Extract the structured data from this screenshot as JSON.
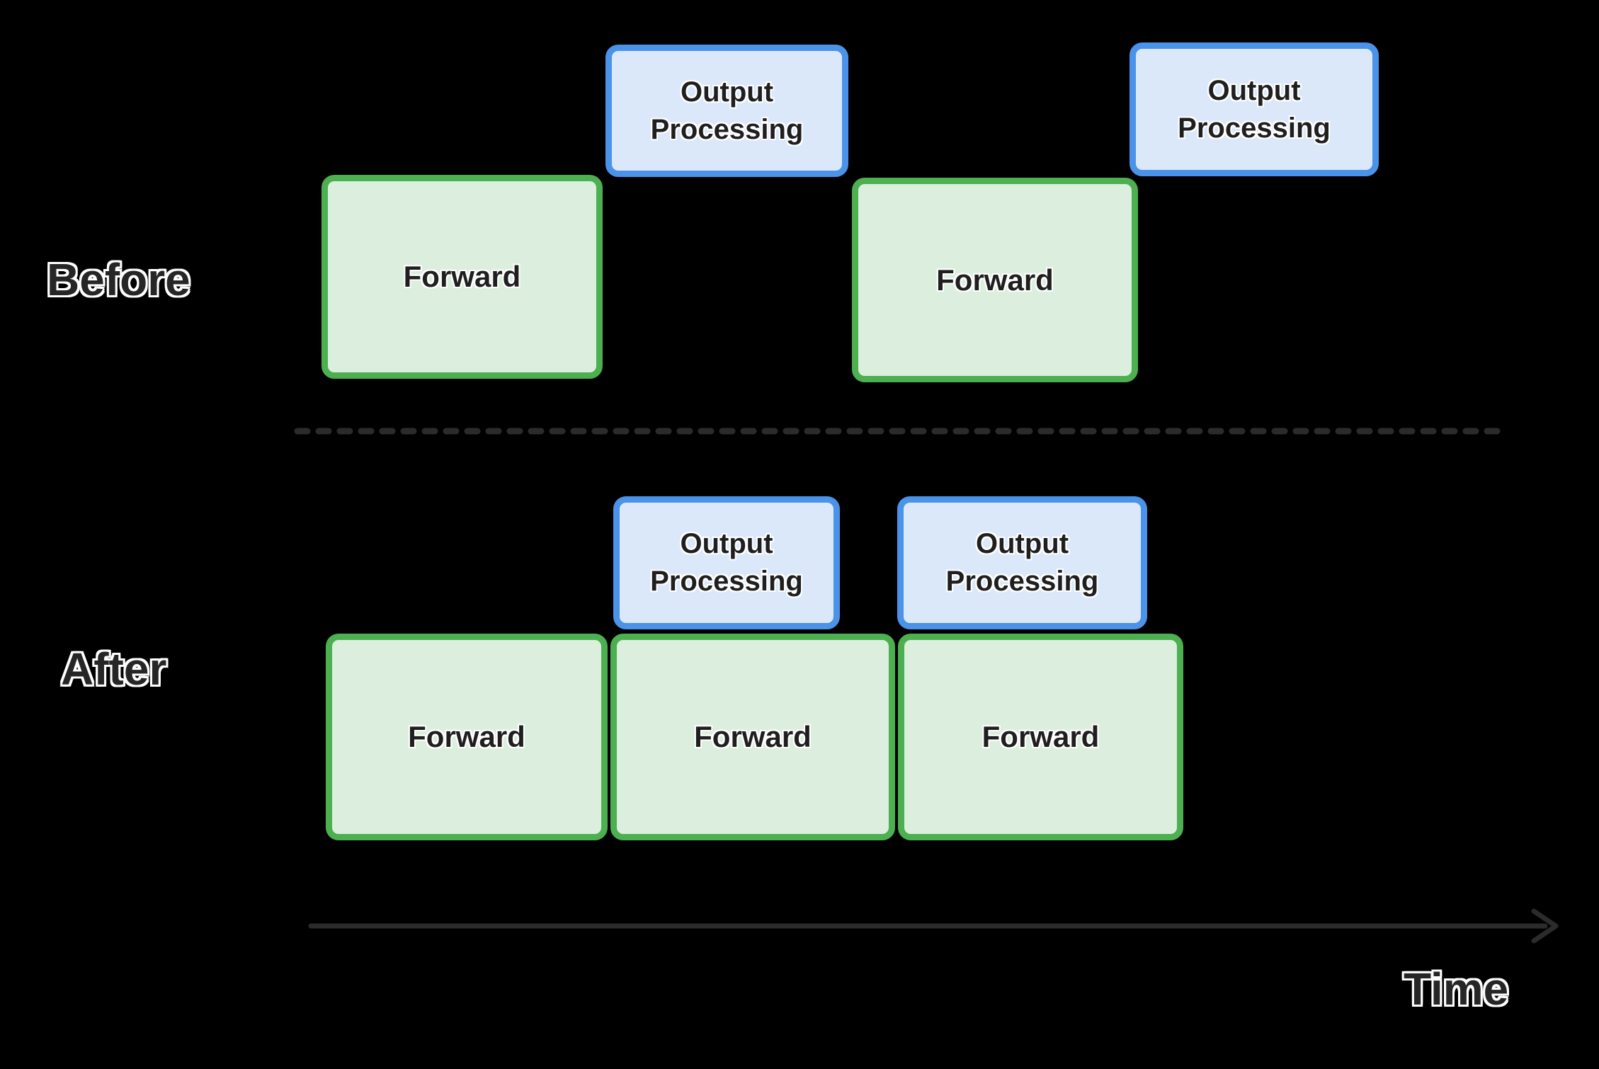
{
  "diagram": {
    "before": {
      "label": "Before",
      "boxes": [
        {
          "type": "forward",
          "label": "Forward"
        },
        {
          "type": "output",
          "label": "Output Processing"
        },
        {
          "type": "forward",
          "label": "Forward"
        },
        {
          "type": "output",
          "label": "Output Processing"
        }
      ]
    },
    "after": {
      "label": "After",
      "boxes": [
        {
          "type": "output",
          "label": "Output Processing"
        },
        {
          "type": "output",
          "label": "Output Processing"
        },
        {
          "type": "forward",
          "label": "Forward"
        },
        {
          "type": "forward",
          "label": "Forward"
        },
        {
          "type": "forward",
          "label": "Forward"
        }
      ]
    },
    "axis": {
      "label": "Time"
    },
    "colors": {
      "background": "#000000",
      "forward_fill": "#dceedd",
      "forward_border": "#4caf50",
      "output_fill": "#dbe8f9",
      "output_border": "#4a93e9",
      "box_text": "#1f1f1f",
      "label_text": "#262626",
      "halo": "#ffffff",
      "line": "#2b2b2b"
    }
  }
}
